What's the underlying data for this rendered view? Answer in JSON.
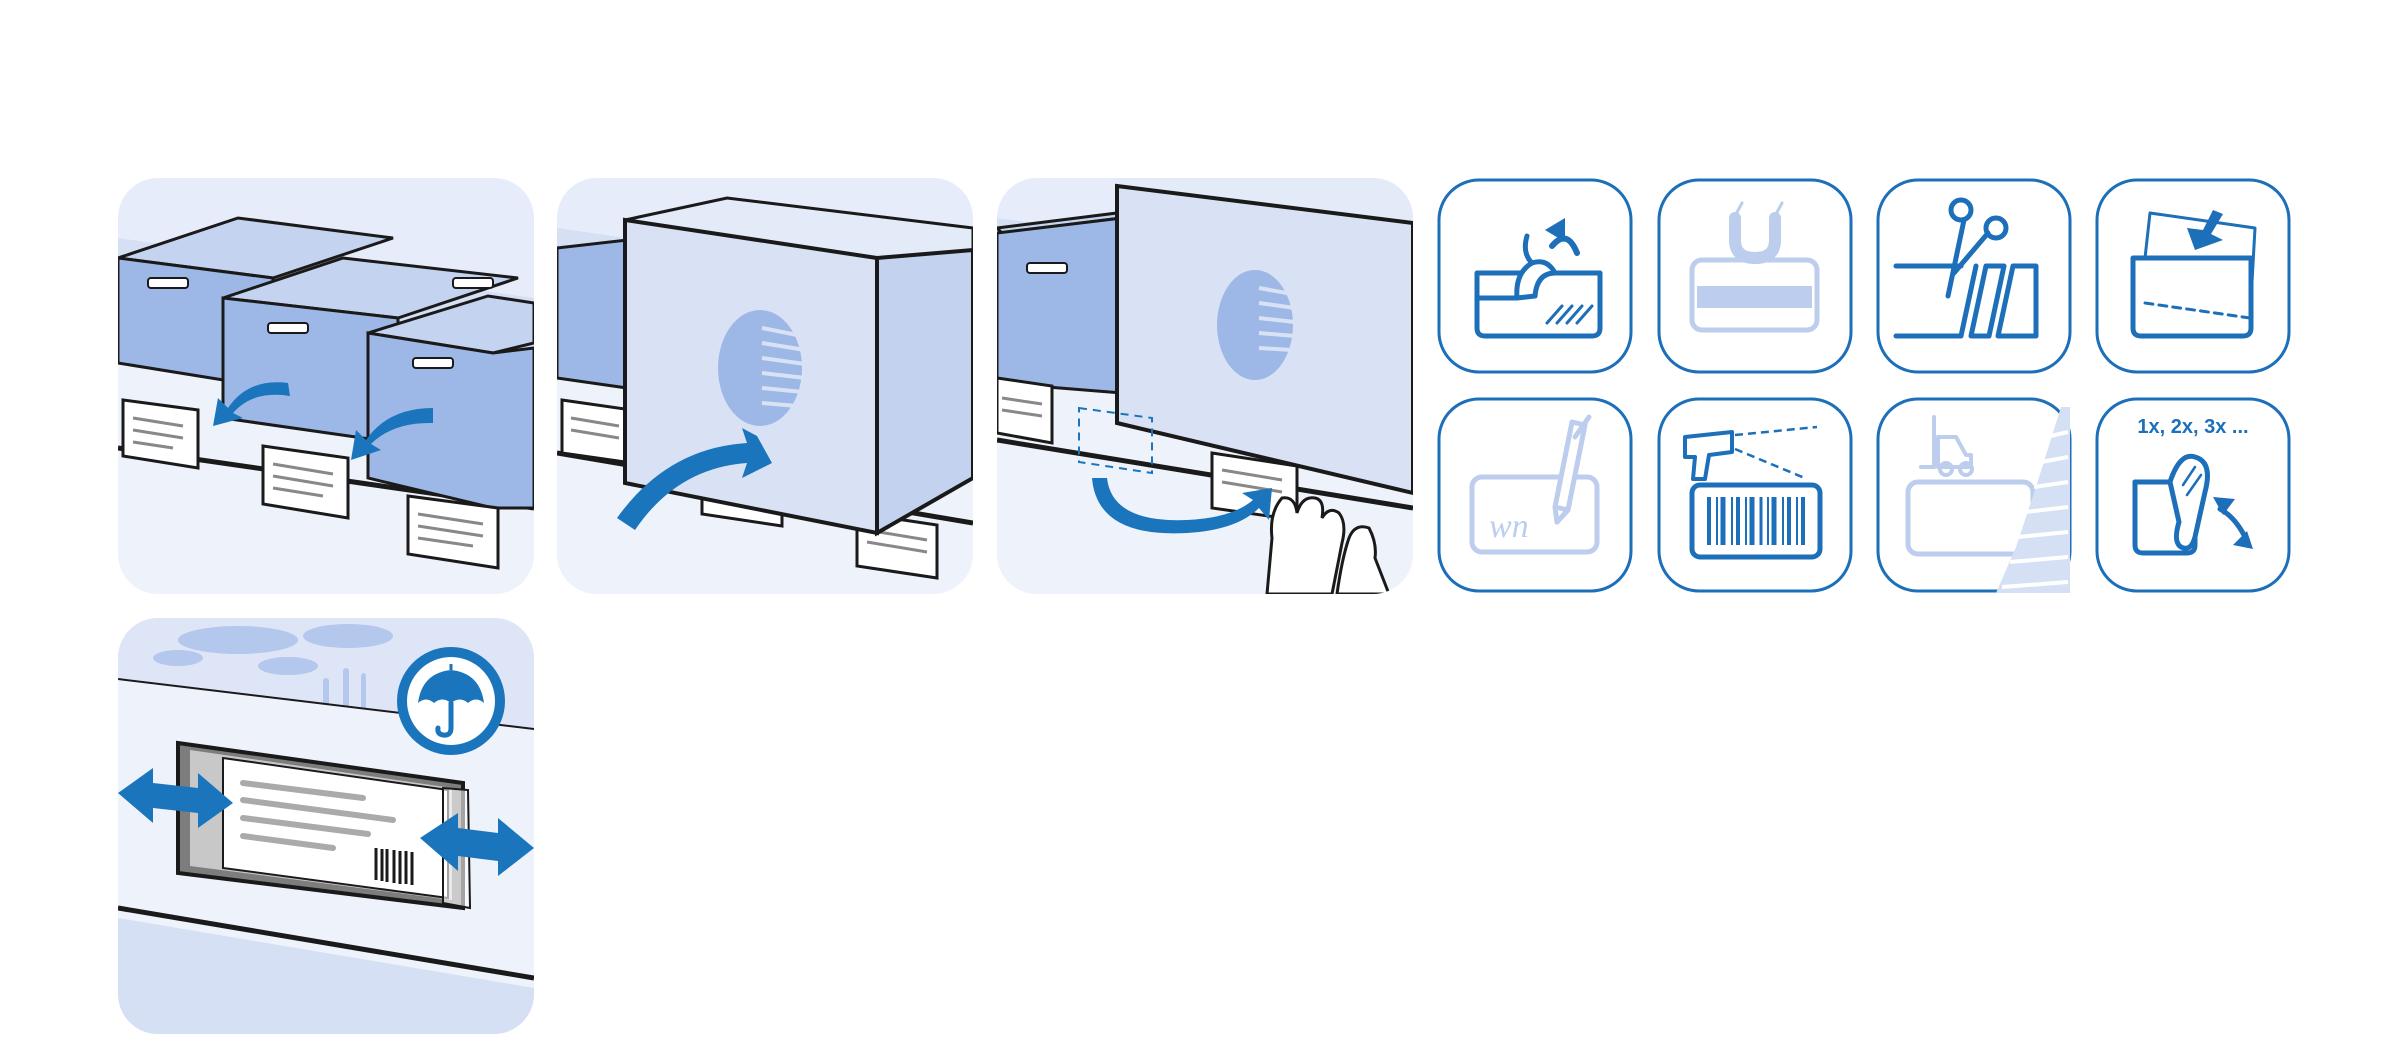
{
  "colors": {
    "panel_bg": "#e6ecfa",
    "panel_light": "#d6e0f4",
    "crate_blue": "#9db8e6",
    "crate_face": "#88a8de",
    "box_face": "#d9e2f4",
    "box_side": "#c3d2ee",
    "accent": "#1a75bc",
    "accent_light": "#bccdee",
    "outline": "#1a1a1a",
    "stroke_icon": "#1c6fb8"
  },
  "panels": [
    {
      "name": "panel-crates-label-placement",
      "icon": "crates-arrow-icon"
    },
    {
      "name": "panel-box-slide-over-label",
      "icon": "box-slide-icon"
    },
    {
      "name": "panel-box-hand-reposition",
      "icon": "hand-reposition-icon"
    },
    {
      "name": "panel-weather-resistant-label",
      "icon": "umbrella-icon"
    }
  ],
  "tiles": [
    {
      "name": "tile-peel-off",
      "icon": "peel-off-icon",
      "active": true
    },
    {
      "name": "tile-magnetic",
      "icon": "magnet-icon",
      "active": false
    },
    {
      "name": "tile-cut-to-size",
      "icon": "scissors-icon",
      "active": true
    },
    {
      "name": "tile-insert-label",
      "icon": "insert-label-icon",
      "active": true
    },
    {
      "name": "tile-writable",
      "icon": "pen-write-icon",
      "active": false
    },
    {
      "name": "tile-barcode-scan",
      "icon": "barcode-scanner-icon",
      "active": true
    },
    {
      "name": "tile-forklift",
      "icon": "forklift-icon",
      "active": false
    },
    {
      "name": "tile-reusable",
      "icon": "reusable-label-icon",
      "active": true,
      "caption": "1x, 2x, 3x ..."
    }
  ],
  "handwriting": "wn"
}
